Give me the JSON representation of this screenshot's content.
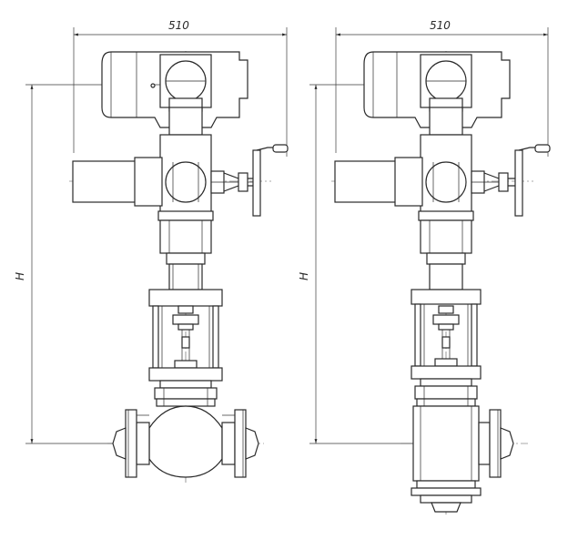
{
  "drawing": {
    "left_view": {
      "width_dimension": "510",
      "height_dimension": "H"
    },
    "right_view": {
      "width_dimension": "510",
      "height_dimension": "H"
    }
  },
  "colors": {
    "line": "#2a2a2a",
    "background": "#ffffff"
  }
}
